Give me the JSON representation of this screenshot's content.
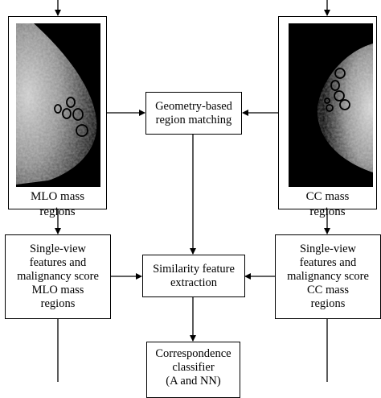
{
  "nodes": {
    "mlo_caption": "MLO mass\nregions",
    "cc_caption": "CC mass\nregions",
    "geometry": "Geometry-based\nregion matching",
    "single_left": "Single-view\nfeatures and\nmalignancy score\nMLO mass\nregions",
    "single_right": "Single-view\nfeatures and\nmalignancy score\nCC mass\nregions",
    "similarity": "Similarity feature\nextraction",
    "classifier": "Correspondence\nclassifier\n(A and NN)"
  },
  "images": {
    "mlo": "mlo-mammogram",
    "cc": "cc-mammogram"
  },
  "colors": {
    "line": "#000000",
    "image_bg": "#000000",
    "mass_outline": "#000000"
  }
}
